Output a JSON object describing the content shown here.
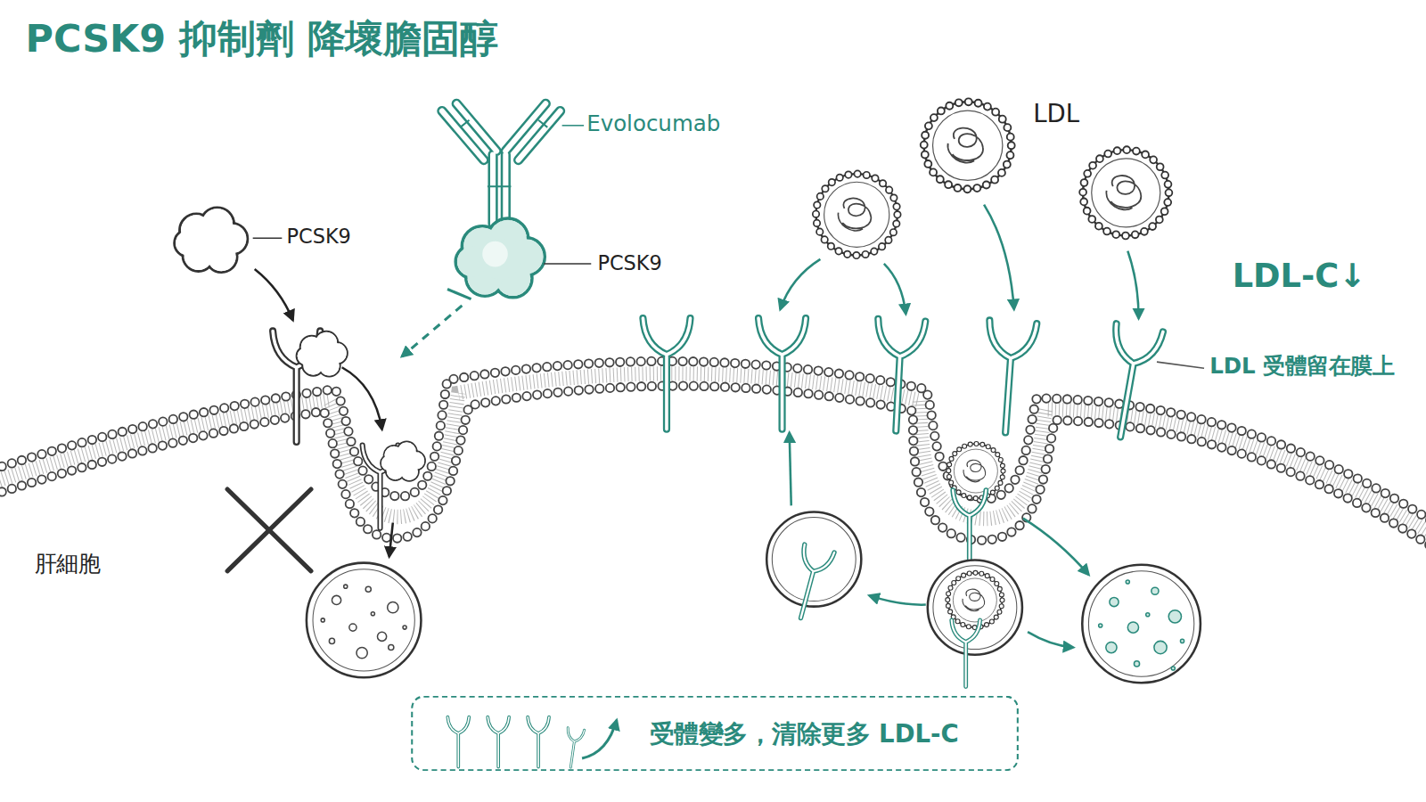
{
  "diagram": {
    "title": "PCSK9 抑制劑 降壞膽固醇",
    "nodes": [
      {
        "text": [
          "受體變多，清除更多 LDL-C"
        ]
      }
    ],
    "labels": [
      "Evolocumab",
      "PCSK9",
      "PCSK9",
      "LDL",
      "LDL-C↓",
      "LDL 受體留在膜上",
      "肝細胞"
    ]
  }
}
